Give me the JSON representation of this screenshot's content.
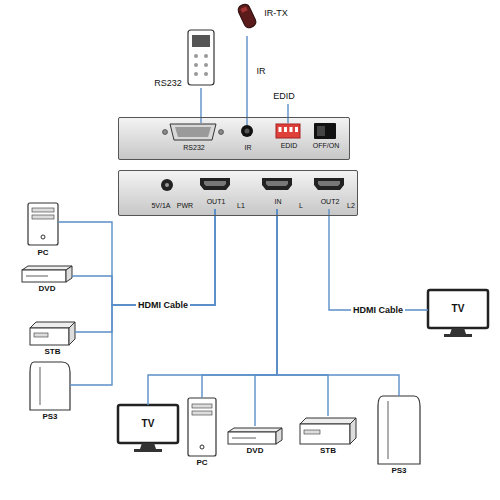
{
  "diagram": {
    "nodes": [
      {
        "text": [
          "RS232"
        ]
      },
      {
        "text": [
          "IR-TX"
        ]
      },
      {
        "text": [
          "EDID",
          "OFF/ON"
        ]
      },
      {
        "text": [
          "RS232"
        ],
        "in": 2
      },
      {
        "text": [
          "IR"
        ],
        "in": 2
      },
      {
        "text": [
          "5V/1A",
          "PWR",
          "L1",
          "L",
          "L2"
        ]
      },
      {
        "text": [
          "OUT1"
        ],
        "in": 5
      },
      {
        "text": [
          "IN"
        ],
        "in": 5
      },
      {
        "text": [
          "OUT2"
        ],
        "in": 5
      },
      {
        "text": [
          "PC"
        ]
      },
      {
        "text": [
          "DVD"
        ]
      },
      {
        "text": [
          "STB"
        ]
      },
      {
        "text": [
          "PS3"
        ]
      },
      {
        "text": [
          "TV"
        ]
      },
      {
        "text": [
          "TV"
        ]
      },
      {
        "text": [
          "PC"
        ]
      },
      {
        "text": [
          "DVD"
        ]
      },
      {
        "text": [
          "STB"
        ]
      },
      {
        "text": [
          "PS3"
        ]
      }
    ],
    "edges": [
      {
        "from": 0,
        "to": 3,
        "arrow": "none"
      },
      {
        "from": 1,
        "to": 4,
        "label": "IR",
        "arrow": "none"
      },
      {
        "from": 9,
        "to": 6,
        "label": "HDMI Cable",
        "arrow": "none"
      },
      {
        "from": 10,
        "to": 6,
        "arrow": "none"
      },
      {
        "from": 11,
        "to": 6,
        "arrow": "none"
      },
      {
        "from": 12,
        "to": 6,
        "arrow": "none"
      },
      {
        "from": 8,
        "to": 13,
        "label": "HDMI Cable",
        "arrow": "none"
      },
      {
        "from": 7,
        "to": 14,
        "arrow": "none"
      },
      {
        "from": 7,
        "to": 15,
        "arrow": "none"
      },
      {
        "from": 7,
        "to": 16,
        "arrow": "none"
      },
      {
        "from": 7,
        "to": 17,
        "arrow": "none"
      },
      {
        "from": 7,
        "to": 18,
        "arrow": "none"
      }
    ],
    "labels": [
      "EDID"
    ]
  }
}
